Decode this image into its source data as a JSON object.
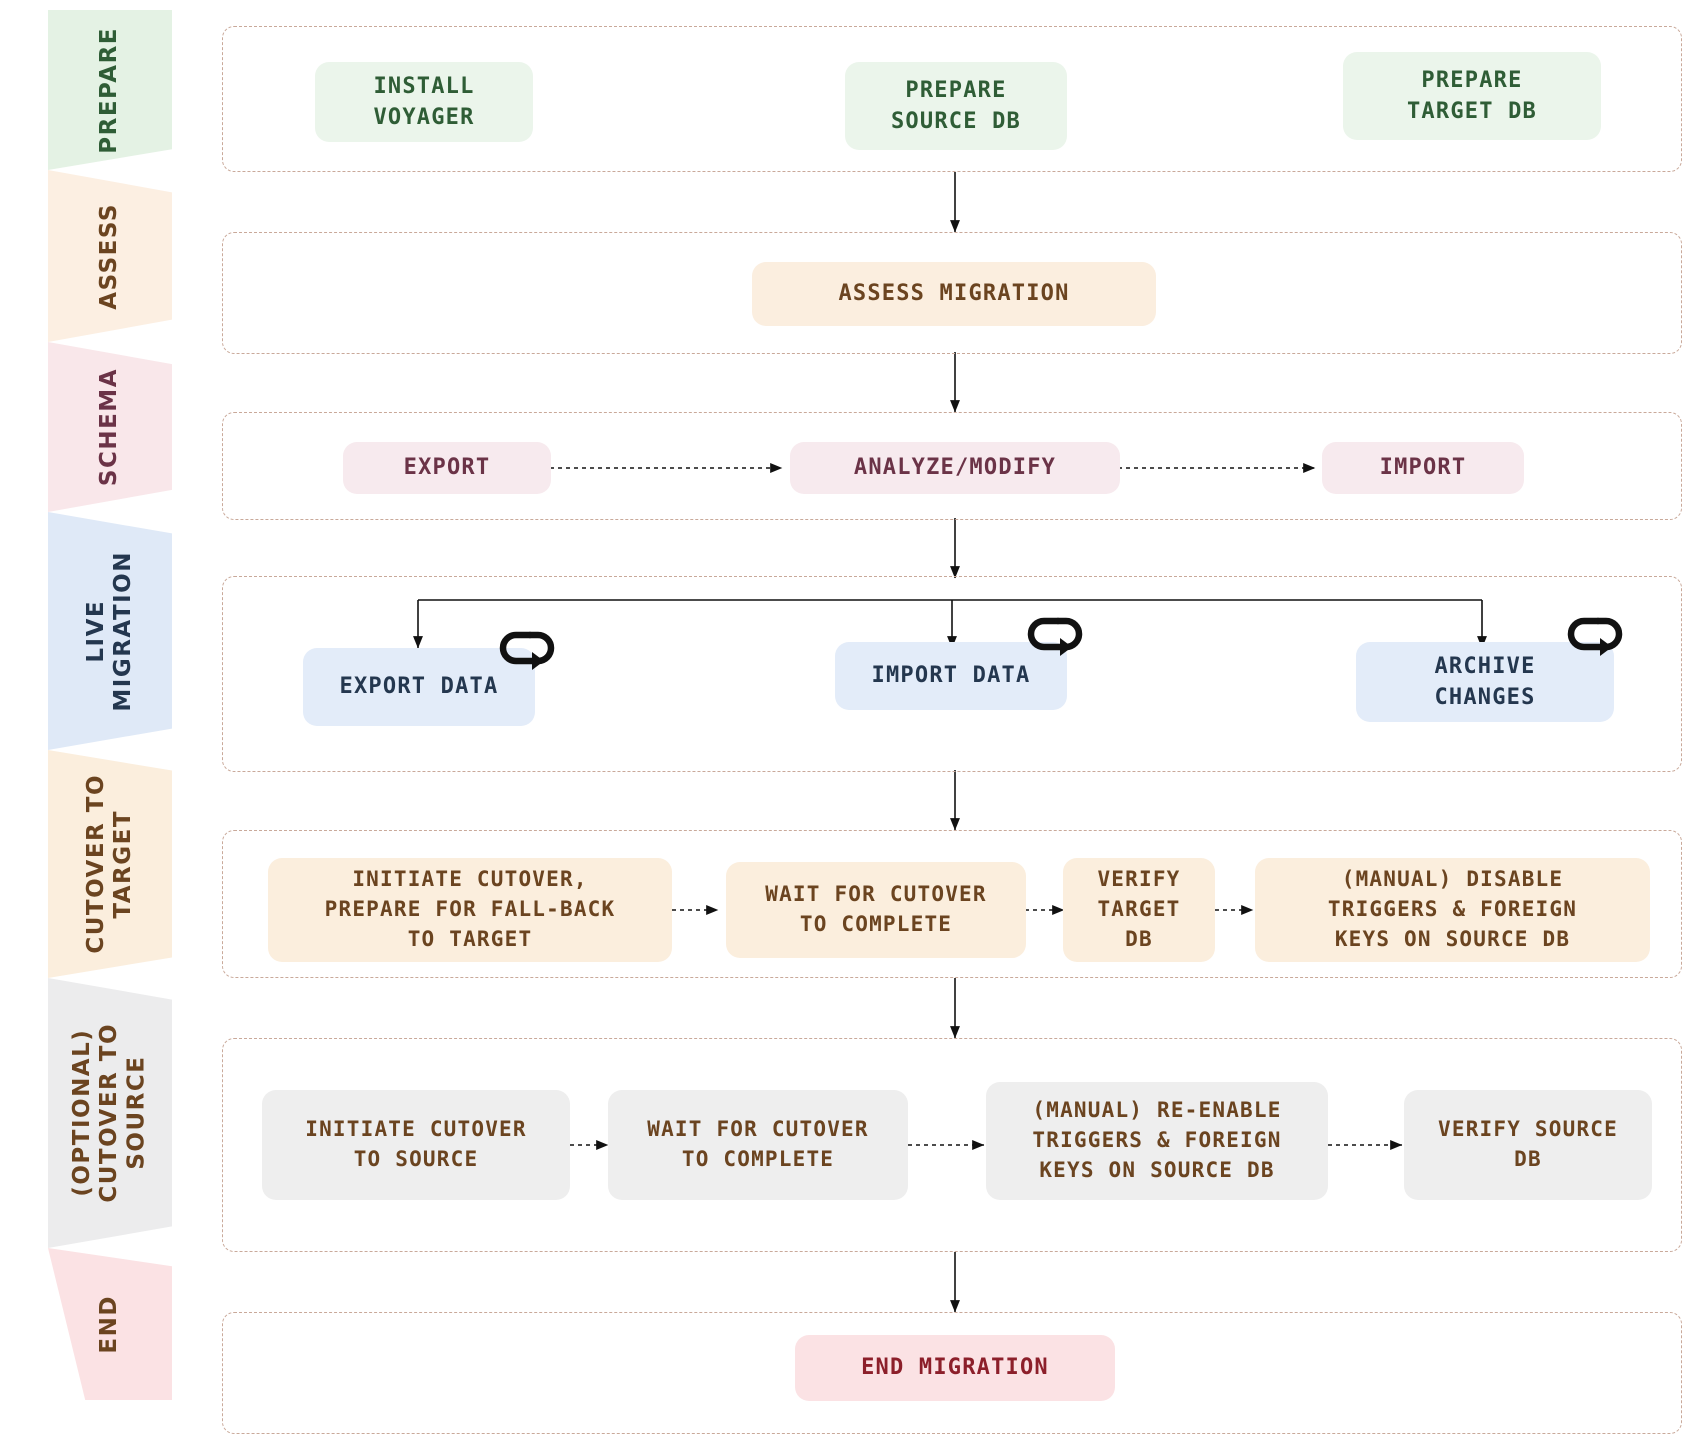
{
  "diagram": {
    "title": "YugabyteDB Voyager live migration workflow",
    "type": "swimlane-flowchart"
  },
  "colors": {
    "lane_border": "#c9a99a",
    "prepare_band": "#e4f2e4",
    "prepare_node": "#ebf5eb",
    "prepare_text": "#2f5d36",
    "assess_band": "#fcefe2",
    "assess_node": "#fbeedf",
    "assess_text": "#6b4420",
    "schema_band": "#f9e7ea",
    "schema_node": "#f7eaee",
    "schema_text": "#6b3347",
    "live_band": "#dfe9f7",
    "live_node": "#e3ecf9",
    "live_text": "#24374f",
    "cutover_band": "#fbeedd",
    "cutover_node": "#fbeedd",
    "cutover_text": "#6b4420",
    "optional_band": "#ececed",
    "optional_node": "#eeeeee",
    "optional_text": "#6b4420",
    "end_band": "#fbe2e4",
    "end_node": "#fbe2e4",
    "end_text": "#8c1f2a",
    "arrow": "#111111"
  },
  "rail": {
    "bands": [
      {
        "id": "prepare",
        "label": "PREPARE"
      },
      {
        "id": "assess",
        "label": "ASSESS"
      },
      {
        "id": "schema",
        "label": "SCHEMA"
      },
      {
        "id": "live",
        "label": "LIVE\nMIGRATION"
      },
      {
        "id": "cutover",
        "label": "CUTOVER TO\nTARGET"
      },
      {
        "id": "optional",
        "label": "(OPTIONAL)\nCUTOVER TO\nSOURCE"
      },
      {
        "id": "end",
        "label": "END"
      }
    ]
  },
  "lanes": [
    {
      "id": "prepare",
      "nodes": [
        {
          "id": "install-voyager",
          "label": "INSTALL\nVOYAGER"
        },
        {
          "id": "prepare-source-db",
          "label": "PREPARE\nSOURCE DB"
        },
        {
          "id": "prepare-target-db",
          "label": "PREPARE\nTARGET DB"
        }
      ]
    },
    {
      "id": "assess",
      "nodes": [
        {
          "id": "assess-migration",
          "label": "ASSESS MIGRATION"
        }
      ]
    },
    {
      "id": "schema",
      "nodes": [
        {
          "id": "schema-export",
          "label": "EXPORT"
        },
        {
          "id": "schema-analyze-modify",
          "label": "ANALYZE/MODIFY"
        },
        {
          "id": "schema-import",
          "label": "IMPORT"
        }
      ]
    },
    {
      "id": "live",
      "nodes": [
        {
          "id": "export-data",
          "label": "EXPORT DATA",
          "loop": true
        },
        {
          "id": "import-data",
          "label": "IMPORT DATA",
          "loop": true
        },
        {
          "id": "archive-changes",
          "label": "ARCHIVE\nCHANGES",
          "loop": true
        }
      ]
    },
    {
      "id": "cutover",
      "nodes": [
        {
          "id": "initiate-cutover-target",
          "label": "INITIATE CUTOVER,\nPREPARE FOR FALL-BACK\nTO TARGET"
        },
        {
          "id": "wait-cutover-complete-target",
          "label": "WAIT FOR CUTOVER\nTO COMPLETE"
        },
        {
          "id": "verify-target-db",
          "label": "VERIFY\nTARGET\nDB"
        },
        {
          "id": "manual-disable-triggers",
          "label": "(MANUAL) DISABLE\nTRIGGERS & FOREIGN\nKEYS ON SOURCE DB"
        }
      ]
    },
    {
      "id": "optional",
      "nodes": [
        {
          "id": "initiate-cutover-source",
          "label": "INITIATE CUTOVER\nTO SOURCE"
        },
        {
          "id": "wait-cutover-complete-source",
          "label": "WAIT FOR CUTOVER\nTO COMPLETE"
        },
        {
          "id": "manual-reenable-triggers",
          "label": "(MANUAL) RE-ENABLE\nTRIGGERS & FOREIGN\nKEYS ON SOURCE DB"
        },
        {
          "id": "verify-source-db",
          "label": "VERIFY SOURCE\nDB"
        }
      ]
    },
    {
      "id": "end",
      "nodes": [
        {
          "id": "end-migration",
          "label": "END MIGRATION"
        }
      ]
    }
  ],
  "icons": {
    "loop": "loop-repeat-icon"
  }
}
